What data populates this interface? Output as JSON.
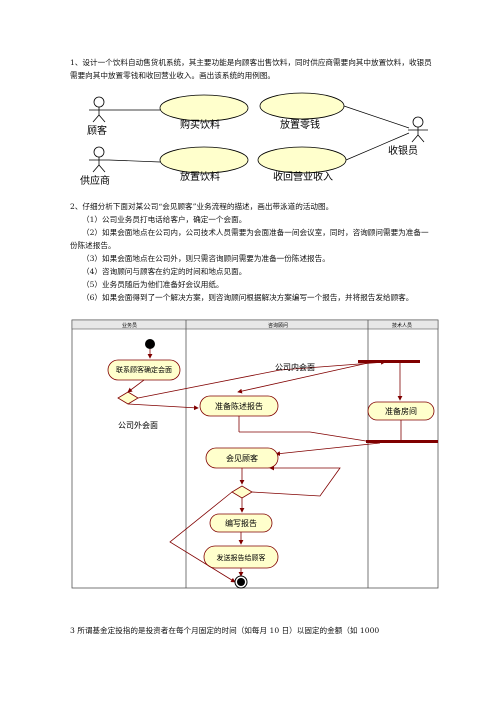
{
  "q1": {
    "text": "1、设计一个饮料自动售货机系统，其主要功能是向顾客出售饮料，同时供应商需要向其中放置饮料，收银员需要向其中放置零钱和收回营业收入。画出该系统的用例图。",
    "actors": [
      "顾客",
      "供应商",
      "收银员"
    ],
    "usecases": [
      "购买饮料",
      "放置零钱",
      "放置饮料",
      "收回营业收入"
    ]
  },
  "q2": {
    "intro": "2、仔细分析下面对某公司“会见顾客”业务流程的描述，画出带泳道的活动图。",
    "steps": [
      "（1）公司业务员打电话给客户，确定一个会面。",
      "（2）如果会面地点在公司内，公司技术人员需要为会面准备一间会议室，同时，咨询顾问需要为准备一份陈述报告。",
      "（3）如果会面地点在公司外，则只需咨询顾问需要为准备一份陈述报告。",
      "（4）咨询顾问与顾客在约定的时间和地点见面。",
      "（5）业务员随后为他们准备好会议用纸。",
      "（6）如果会面得到了一个解决方案，则咨询顾问根据解决方案编写一个报告，并将报告发给顾客。"
    ],
    "lanes": [
      "业务员",
      "咨询顾问",
      "技术人员"
    ],
    "activities": [
      "联系顾客确定会面",
      "准备陈述报告",
      "准备房间",
      "会见顾客",
      "编写报告",
      "发送报告给顾客"
    ],
    "guards": [
      "公司内会面",
      "公司外会面"
    ]
  },
  "q3": {
    "text": "3 所谓基金定投指的是投资者在每个月固定的时间（如每月 10 日）以固定的金额（如 1000"
  },
  "colors": {
    "usecase_fill": "#ffffcc",
    "activity_fill": "#ffffcc",
    "line": "#800000",
    "dark": "#000000"
  }
}
